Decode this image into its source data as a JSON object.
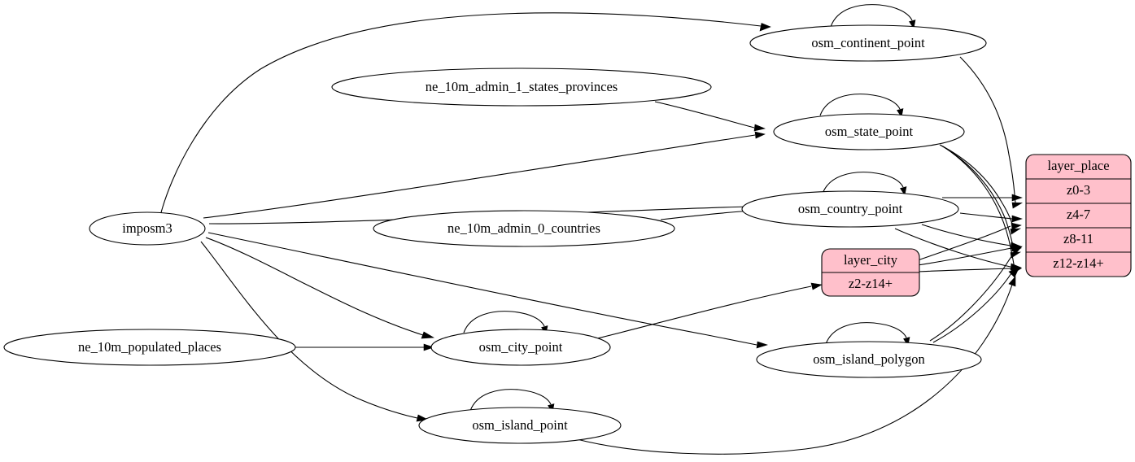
{
  "diagram": {
    "title": "place layer data flow graph",
    "background": "#ffffff",
    "node_fill_plain": "#ffffff",
    "node_fill_layer": "#ffc0cb",
    "stroke": "#000000"
  },
  "nodes": {
    "imposm3": {
      "label": "imposm3",
      "shape": "ellipse"
    },
    "ne_populated_places": {
      "label": "ne_10m_populated_places",
      "shape": "ellipse"
    },
    "ne_admin_1": {
      "label": "ne_10m_admin_1_states_provinces",
      "shape": "ellipse"
    },
    "ne_admin_0": {
      "label": "ne_10m_admin_0_countries",
      "shape": "ellipse"
    },
    "osm_continent_point": {
      "label": "osm_continent_point",
      "shape": "ellipse"
    },
    "osm_state_point": {
      "label": "osm_state_point",
      "shape": "ellipse"
    },
    "osm_country_point": {
      "label": "osm_country_point",
      "shape": "ellipse"
    },
    "osm_city_point": {
      "label": "osm_city_point",
      "shape": "ellipse"
    },
    "osm_island_point": {
      "label": "osm_island_point",
      "shape": "ellipse"
    },
    "osm_island_polygon": {
      "label": "osm_island_polygon",
      "shape": "ellipse"
    }
  },
  "layer_city": {
    "title": "layer_city",
    "rows": [
      {
        "label": "z2-z14+"
      }
    ]
  },
  "layer_place": {
    "title": "layer_place",
    "rows": [
      {
        "label": "z0-3"
      },
      {
        "label": "z4-7"
      },
      {
        "label": "z8-11"
      },
      {
        "label": "z12-z14+"
      }
    ]
  },
  "edges": [
    {
      "from": "imposm3",
      "to": "osm_continent_point"
    },
    {
      "from": "imposm3",
      "to": "osm_state_point"
    },
    {
      "from": "imposm3",
      "to": "osm_country_point"
    },
    {
      "from": "imposm3",
      "to": "osm_city_point"
    },
    {
      "from": "imposm3",
      "to": "osm_island_point"
    },
    {
      "from": "ne_10m_admin_1_states_provinces",
      "to": "osm_state_point"
    },
    {
      "from": "ne_10m_admin_0_countries",
      "to": "osm_country_point"
    },
    {
      "from": "ne_10m_populated_places",
      "to": "osm_city_point"
    },
    {
      "from": "osm_continent_point",
      "to": "osm_continent_point"
    },
    {
      "from": "osm_state_point",
      "to": "osm_state_point"
    },
    {
      "from": "osm_country_point",
      "to": "osm_country_point"
    },
    {
      "from": "osm_city_point",
      "to": "osm_city_point"
    },
    {
      "from": "osm_island_point",
      "to": "osm_island_point"
    },
    {
      "from": "osm_island_polygon",
      "to": "osm_island_polygon"
    },
    {
      "from": "osm_continent_point",
      "to": "layer_place.z0-3"
    },
    {
      "from": "osm_state_point",
      "to": "layer_place.z4-7"
    },
    {
      "from": "osm_state_point",
      "to": "layer_place.z8-11"
    },
    {
      "from": "osm_state_point",
      "to": "layer_place.z12-z14+"
    },
    {
      "from": "osm_country_point",
      "to": "layer_place.z0-3"
    },
    {
      "from": "osm_country_point",
      "to": "layer_place.z4-7"
    },
    {
      "from": "osm_country_point",
      "to": "layer_place.z8-11"
    },
    {
      "from": "osm_country_point",
      "to": "layer_place.z12-z14+"
    },
    {
      "from": "osm_city_point",
      "to": "layer_city.z2-z14+"
    },
    {
      "from": "layer_city",
      "to": "layer_place.z4-7"
    },
    {
      "from": "layer_city",
      "to": "layer_place.z8-11"
    },
    {
      "from": "layer_city",
      "to": "layer_place.z12-z14+"
    },
    {
      "from": "osm_island_polygon",
      "to": "layer_place.z8-11"
    },
    {
      "from": "osm_island_polygon",
      "to": "layer_place.z12-z14+"
    },
    {
      "from": "osm_island_point",
      "to": "layer_place.z12-z14+"
    },
    {
      "from": "imposm3",
      "to": "osm_island_polygon"
    }
  ]
}
